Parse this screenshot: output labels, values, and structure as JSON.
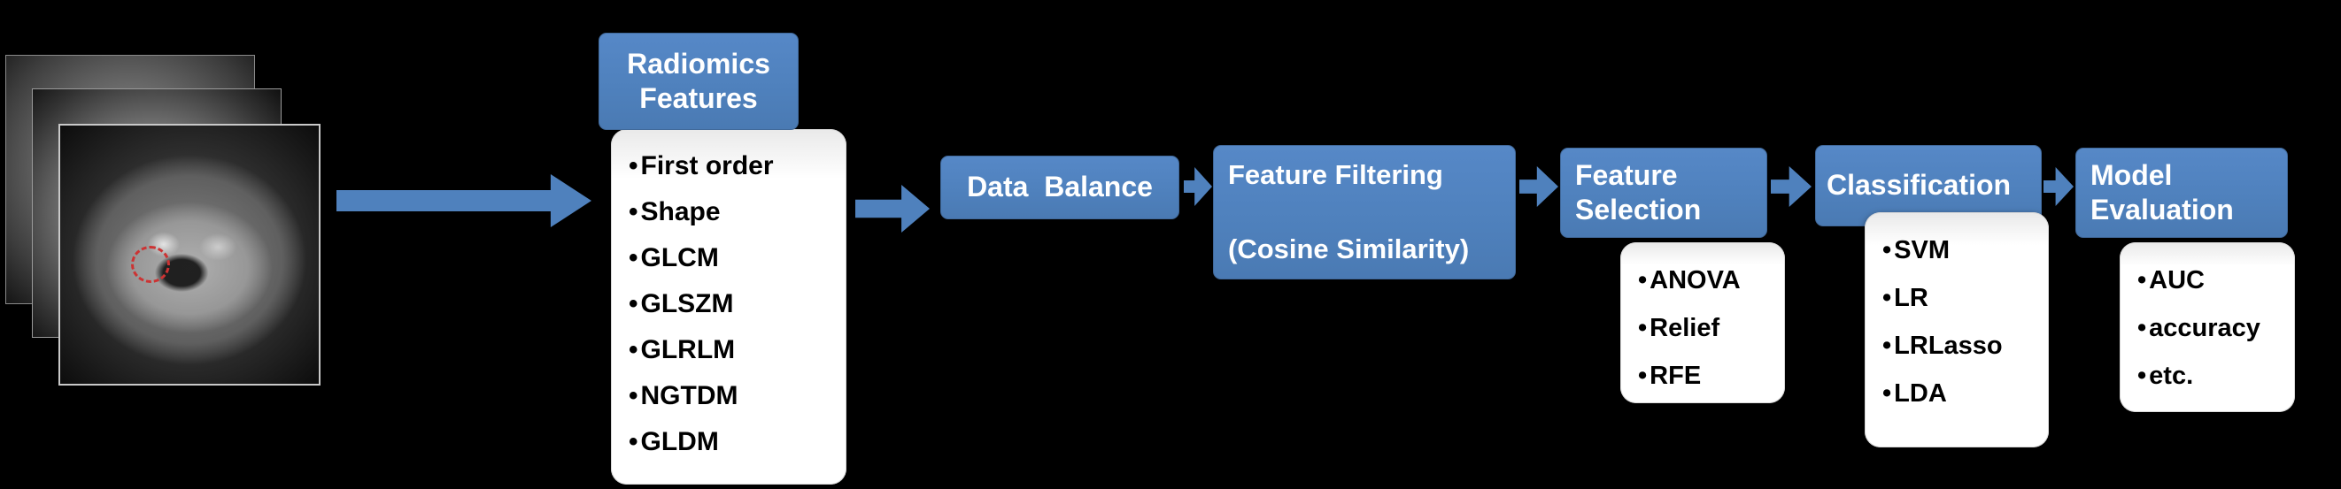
{
  "colors": {
    "background": "#000000",
    "accent_blue": "#4f81bd",
    "roi_red": "#cc3333",
    "box_text": "#ffffff",
    "list_text": "#000000"
  },
  "pipeline": {
    "radiomics_features": {
      "title_line1": "Radiomics",
      "title_line2": "Features",
      "items": [
        "First order",
        "Shape",
        "GLCM",
        "GLSZM",
        "GLRLM",
        "NGTDM",
        "GLDM"
      ]
    },
    "data_balance": {
      "label": "Data  Balance"
    },
    "feature_filtering": {
      "title_line1": "Feature Filtering",
      "title_line2": "(Cosine Similarity)"
    },
    "feature_selection": {
      "title_line1": "Feature",
      "title_line2": "Selection",
      "items": [
        "ANOVA",
        "Relief",
        "RFE"
      ]
    },
    "classification": {
      "title": "Classification",
      "items": [
        "SVM",
        "LR",
        "LRLasso",
        "LDA"
      ]
    },
    "model_evaluation": {
      "title_line1": "Model",
      "title_line2": "Evaluation",
      "items": [
        "AUC",
        "accuracy",
        "etc."
      ]
    }
  }
}
